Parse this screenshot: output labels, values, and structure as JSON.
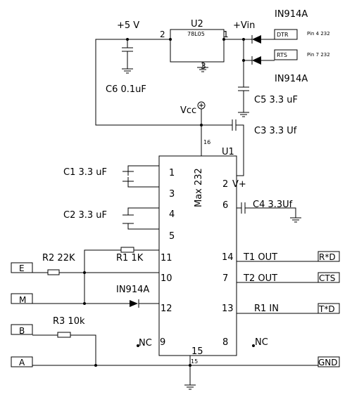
{
  "power": {
    "plus5v": "+5 V",
    "vin": "+Vin",
    "vcc": "Vcc",
    "pin2": "2",
    "pin1": "1",
    "pin3": "3"
  },
  "components": {
    "u2_name": "U2",
    "u2_part": "78L05",
    "u1_name": "U1",
    "u1_part": "Max 232",
    "c6": "C6 0.1uF",
    "c5": "C5 3.3 uF",
    "c3": "C3 3.3 Uf",
    "c1": "C1 3.3 uF",
    "c2": "C2 3.3 uF",
    "c4": "C4 3.3Uf",
    "r2": "R2 22K",
    "r1": "R1 1K",
    "r3": "R3 10k",
    "d_top": "IN914A",
    "d_mid": "IN914A",
    "d_low": "IN914A",
    "vplus": "V+",
    "vcc_pin": "16"
  },
  "chip_pins": {
    "left": [
      "1",
      "3",
      "4",
      "5",
      "11",
      "10",
      "12",
      "9"
    ],
    "right": [
      "2",
      "6",
      "14",
      "7",
      "13",
      "8"
    ],
    "bottom": "15",
    "gnd_pin": "15"
  },
  "signals": {
    "t1out": "T1 OUT",
    "t2out": "T2 OUT",
    "r1in": "R1 IN",
    "nc_left": "NC",
    "nc_right": "NC"
  },
  "connectors": {
    "dtr": "DTR",
    "rts": "RTS",
    "dtr_pin": "Pin 4 232",
    "rts_pin": "Pin 7  232",
    "e": "E",
    "m": "M",
    "b": "B",
    "a": "A",
    "rd": "R*D",
    "cts": "CTS",
    "td": "T*D",
    "gnd": "GND"
  }
}
